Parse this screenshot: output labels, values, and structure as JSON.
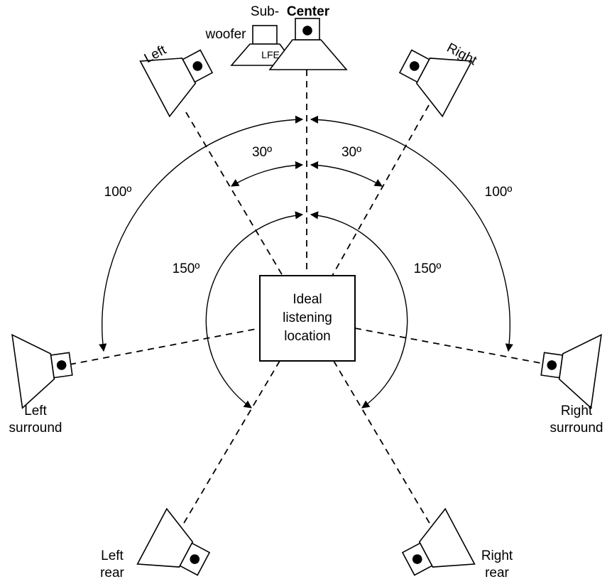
{
  "speakers": {
    "subwoofer": {
      "label_line1": "Sub-",
      "label_line2": "woofer",
      "tag": "LFE"
    },
    "center": {
      "label": "Center"
    },
    "left": {
      "label": "Left"
    },
    "right": {
      "label": "Right"
    },
    "left_surround": {
      "label_line1": "Left",
      "label_line2": "surround"
    },
    "right_surround": {
      "label_line1": "Right",
      "label_line2": "surround"
    },
    "left_rear": {
      "label_line1": "Left",
      "label_line2": "rear"
    },
    "right_rear": {
      "label_line1": "Right",
      "label_line2": "rear"
    }
  },
  "listening_position": {
    "line1": "Ideal",
    "line2": "listening",
    "line3": "location"
  },
  "angles": {
    "front_left": "30º",
    "front_right": "30º",
    "surround_left": "100º",
    "surround_right": "100º",
    "rear_left": "150º",
    "rear_right": "150º"
  },
  "colors": {
    "stroke": "#000000",
    "background": "#ffffff"
  }
}
